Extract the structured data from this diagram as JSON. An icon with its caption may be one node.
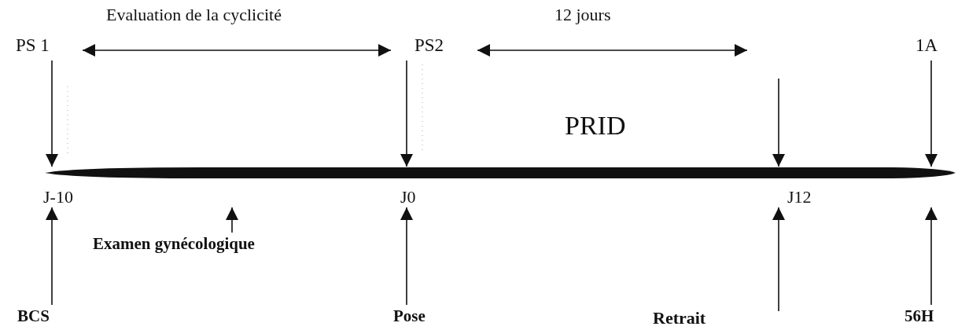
{
  "diagram": {
    "nodes": [
      {
        "text": [
          "J-10",
          "J0",
          "J12"
        ]
      },
      {
        "text": [
          "PS 1"
        ]
      },
      {
        "text": [
          "PS2"
        ]
      },
      {
        "text": [
          "1A"
        ]
      },
      {
        "text": [
          "BCS"
        ]
      },
      {
        "text": [
          "Examen gynécologique"
        ]
      },
      {
        "text": [
          "Pose"
        ]
      },
      {
        "text": [
          "56H"
        ]
      }
    ],
    "edges": [
      {
        "from": 1,
        "to": 0,
        "arrow": "to"
      },
      {
        "from": 2,
        "to": 0,
        "arrow": "to"
      },
      {
        "from": null,
        "to": 0,
        "arrow": "to"
      },
      {
        "from": 3,
        "to": 0,
        "arrow": "to"
      },
      {
        "from": 4,
        "to": 0,
        "arrow": "to"
      },
      {
        "from": 5,
        "to": 0,
        "arrow": "to"
      },
      {
        "from": 6,
        "to": 0,
        "arrow": "to"
      },
      {
        "from": null,
        "to": 0,
        "arrow": "to"
      },
      {
        "from": 7,
        "to": 0,
        "arrow": "to"
      }
    ],
    "labels": [
      "Evaluation de la cyclicité",
      "12 jours",
      "PRID",
      "Retrait"
    ]
  }
}
